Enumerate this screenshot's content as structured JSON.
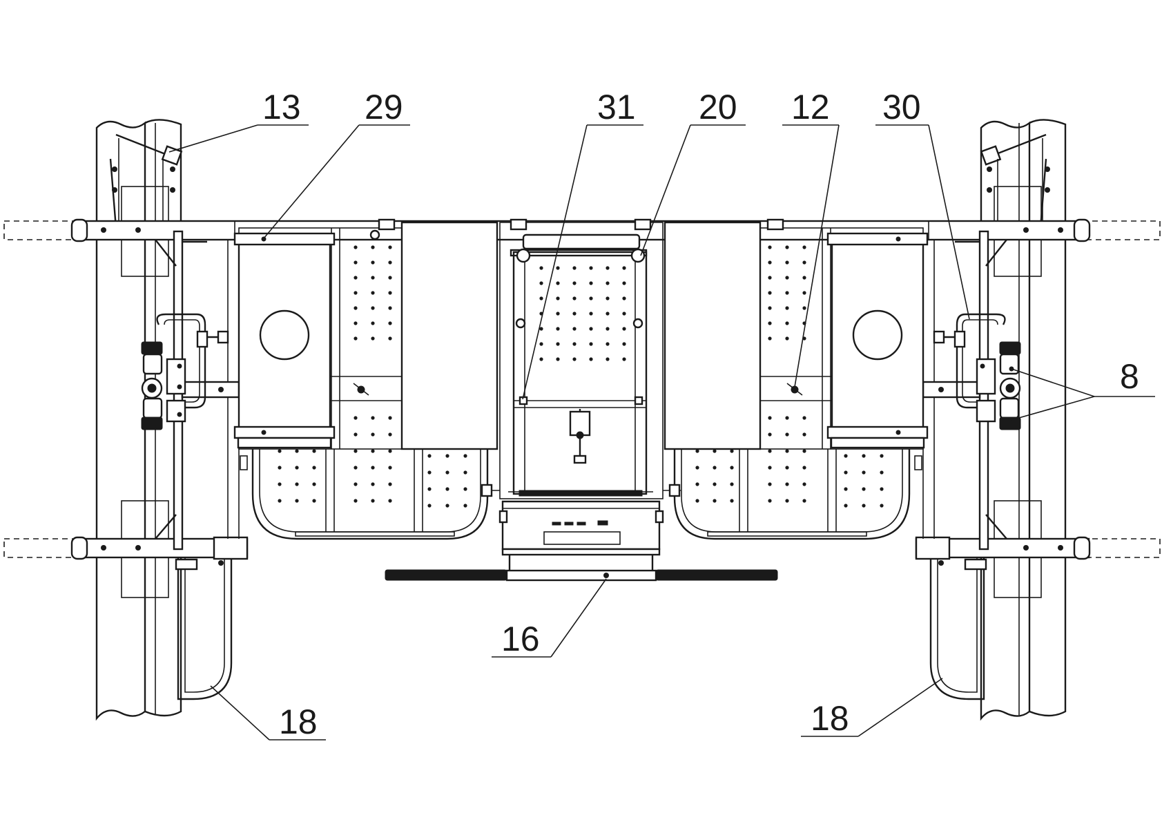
{
  "callouts": [
    {
      "id": "13",
      "text": "13"
    },
    {
      "id": "29",
      "text": "29"
    },
    {
      "id": "31",
      "text": "31"
    },
    {
      "id": "20",
      "text": "20"
    },
    {
      "id": "12",
      "text": "12"
    },
    {
      "id": "30",
      "text": "30"
    },
    {
      "id": "8",
      "text": "8"
    },
    {
      "id": "16",
      "text": "16"
    },
    {
      "id": "18-left",
      "text": "18"
    },
    {
      "id": "18-right",
      "text": "18"
    }
  ],
  "colors": {
    "line": "#1a1a1a",
    "background": "#ffffff"
  }
}
